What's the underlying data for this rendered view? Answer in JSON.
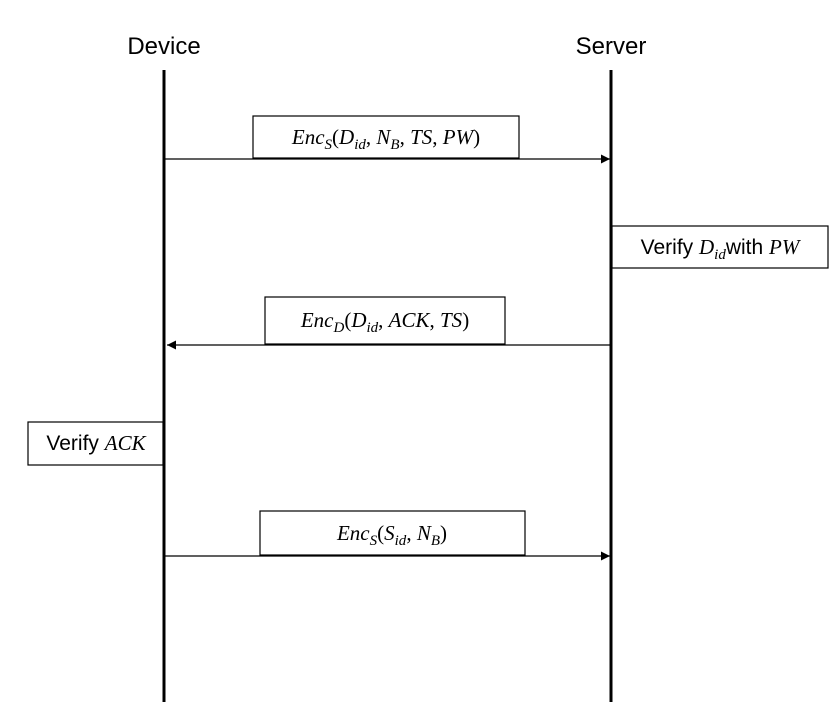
{
  "actors": {
    "device": "Device",
    "server": "Server"
  },
  "messages": [
    {
      "from": "device",
      "to": "server",
      "label": [
        {
          "t": "Enc",
          "s": "it"
        },
        {
          "t": "S",
          "s": "sub"
        },
        {
          "t": "(",
          "s": "rom"
        },
        {
          "t": "D",
          "s": "it"
        },
        {
          "t": "id",
          "s": "sub"
        },
        {
          "t": ", ",
          "s": "rom"
        },
        {
          "t": "N",
          "s": "it"
        },
        {
          "t": "B",
          "s": "sub"
        },
        {
          "t": ", ",
          "s": "rom"
        },
        {
          "t": "TS",
          "s": "it"
        },
        {
          "t": ", ",
          "s": "rom"
        },
        {
          "t": "PW",
          "s": "it"
        },
        {
          "t": ")",
          "s": "rom"
        }
      ]
    },
    {
      "from": "server",
      "to": "device",
      "label": [
        {
          "t": "Enc",
          "s": "it"
        },
        {
          "t": "D",
          "s": "sub"
        },
        {
          "t": "(",
          "s": "rom"
        },
        {
          "t": "D",
          "s": "it"
        },
        {
          "t": "id",
          "s": "sub"
        },
        {
          "t": ", ",
          "s": "rom"
        },
        {
          "t": "ACK",
          "s": "it"
        },
        {
          "t": ", ",
          "s": "rom"
        },
        {
          "t": "TS",
          "s": "it"
        },
        {
          "t": ")",
          "s": "rom"
        }
      ]
    },
    {
      "from": "device",
      "to": "server",
      "label": [
        {
          "t": "Enc",
          "s": "it"
        },
        {
          "t": "S",
          "s": "sub"
        },
        {
          "t": "(",
          "s": "rom"
        },
        {
          "t": "S",
          "s": "it"
        },
        {
          "t": "id",
          "s": "sub"
        },
        {
          "t": ", ",
          "s": "rom"
        },
        {
          "t": "N",
          "s": "it"
        },
        {
          "t": "B",
          "s": "sub"
        },
        {
          "t": ")",
          "s": "rom"
        }
      ]
    }
  ],
  "notes": [
    {
      "actor": "server",
      "label": [
        {
          "t": "Verify ",
          "s": "plain"
        },
        {
          "t": "D",
          "s": "it"
        },
        {
          "t": "id",
          "s": "sub"
        },
        {
          "t": "with ",
          "s": "plain"
        },
        {
          "t": "PW",
          "s": "it"
        }
      ]
    },
    {
      "actor": "device",
      "label": [
        {
          "t": "Verify ",
          "s": "plain"
        },
        {
          "t": "ACK",
          "s": "it"
        }
      ]
    }
  ]
}
